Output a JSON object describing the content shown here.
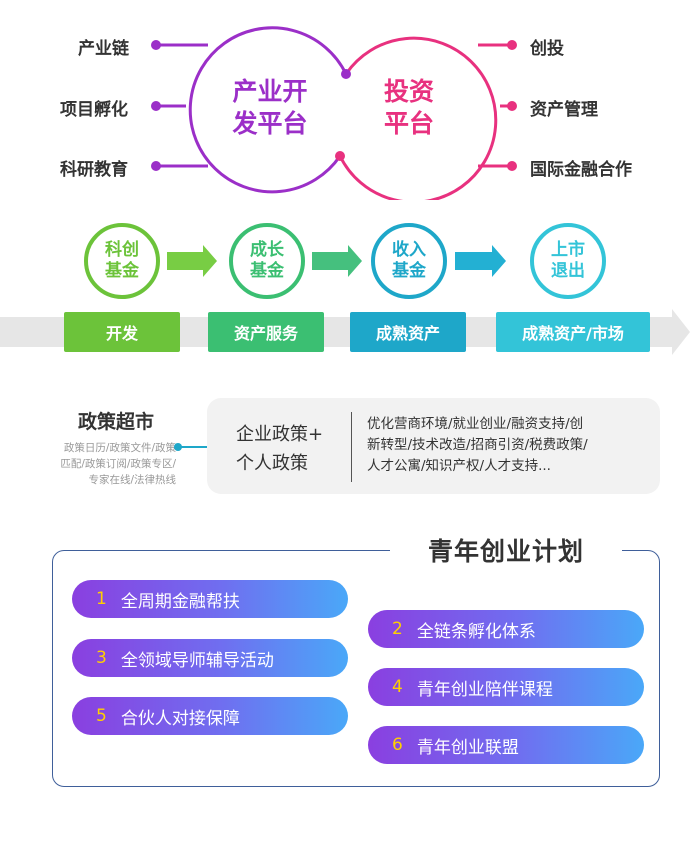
{
  "platforms": {
    "left_center": [
      "产业开",
      "发平台"
    ],
    "right_center": [
      "投资",
      "平台"
    ],
    "left_items": [
      "产业链",
      "项目孵化",
      "科研教育"
    ],
    "right_items": [
      "创投",
      "资产管理",
      "国际金融合作"
    ],
    "colors": {
      "left": "#9b2fc8",
      "right": "#e8317f"
    }
  },
  "stages": {
    "funds": [
      {
        "line1": "科创",
        "line2": "基金",
        "color": "#6cc33a"
      },
      {
        "line1": "成长",
        "line2": "基金",
        "color": "#3bbf72"
      },
      {
        "line1": "收入",
        "line2": "基金",
        "color": "#1ea7c9"
      },
      {
        "line1": "上市",
        "line2": "退出",
        "color": "#33c4d8"
      }
    ],
    "bars": [
      {
        "label": "开发",
        "color": "#6cc33a"
      },
      {
        "label": "资产服务",
        "color": "#3bbf72"
      },
      {
        "label": "成熟资产",
        "color": "#1ea7c9"
      },
      {
        "label": "成熟资产/市场",
        "color": "#33c4d8"
      }
    ]
  },
  "policy": {
    "title": "政策超市",
    "subtitle_lines": [
      "政策日历/政策文件/政策",
      "匹配/政策订阅/政策专区/",
      "专家在线/法律热线"
    ],
    "left_lines": [
      "企业政策+",
      "个人政策"
    ],
    "right_lines": [
      "优化营商环境/就业创业/融资支持/创",
      "新转型/技术改造/招商引资/税费政策/",
      "人才公寓/知识产权/人才支持..."
    ]
  },
  "youth": {
    "title": "青年创业计划",
    "items": [
      {
        "num": "1",
        "label": "全周期金融帮扶"
      },
      {
        "num": "2",
        "label": "全链条孵化体系"
      },
      {
        "num": "3",
        "label": "全领域导师辅导活动"
      },
      {
        "num": "4",
        "label": "青年创业陪伴课程"
      },
      {
        "num": "5",
        "label": "合伙人对接保障"
      },
      {
        "num": "6",
        "label": "青年创业联盟"
      }
    ]
  }
}
